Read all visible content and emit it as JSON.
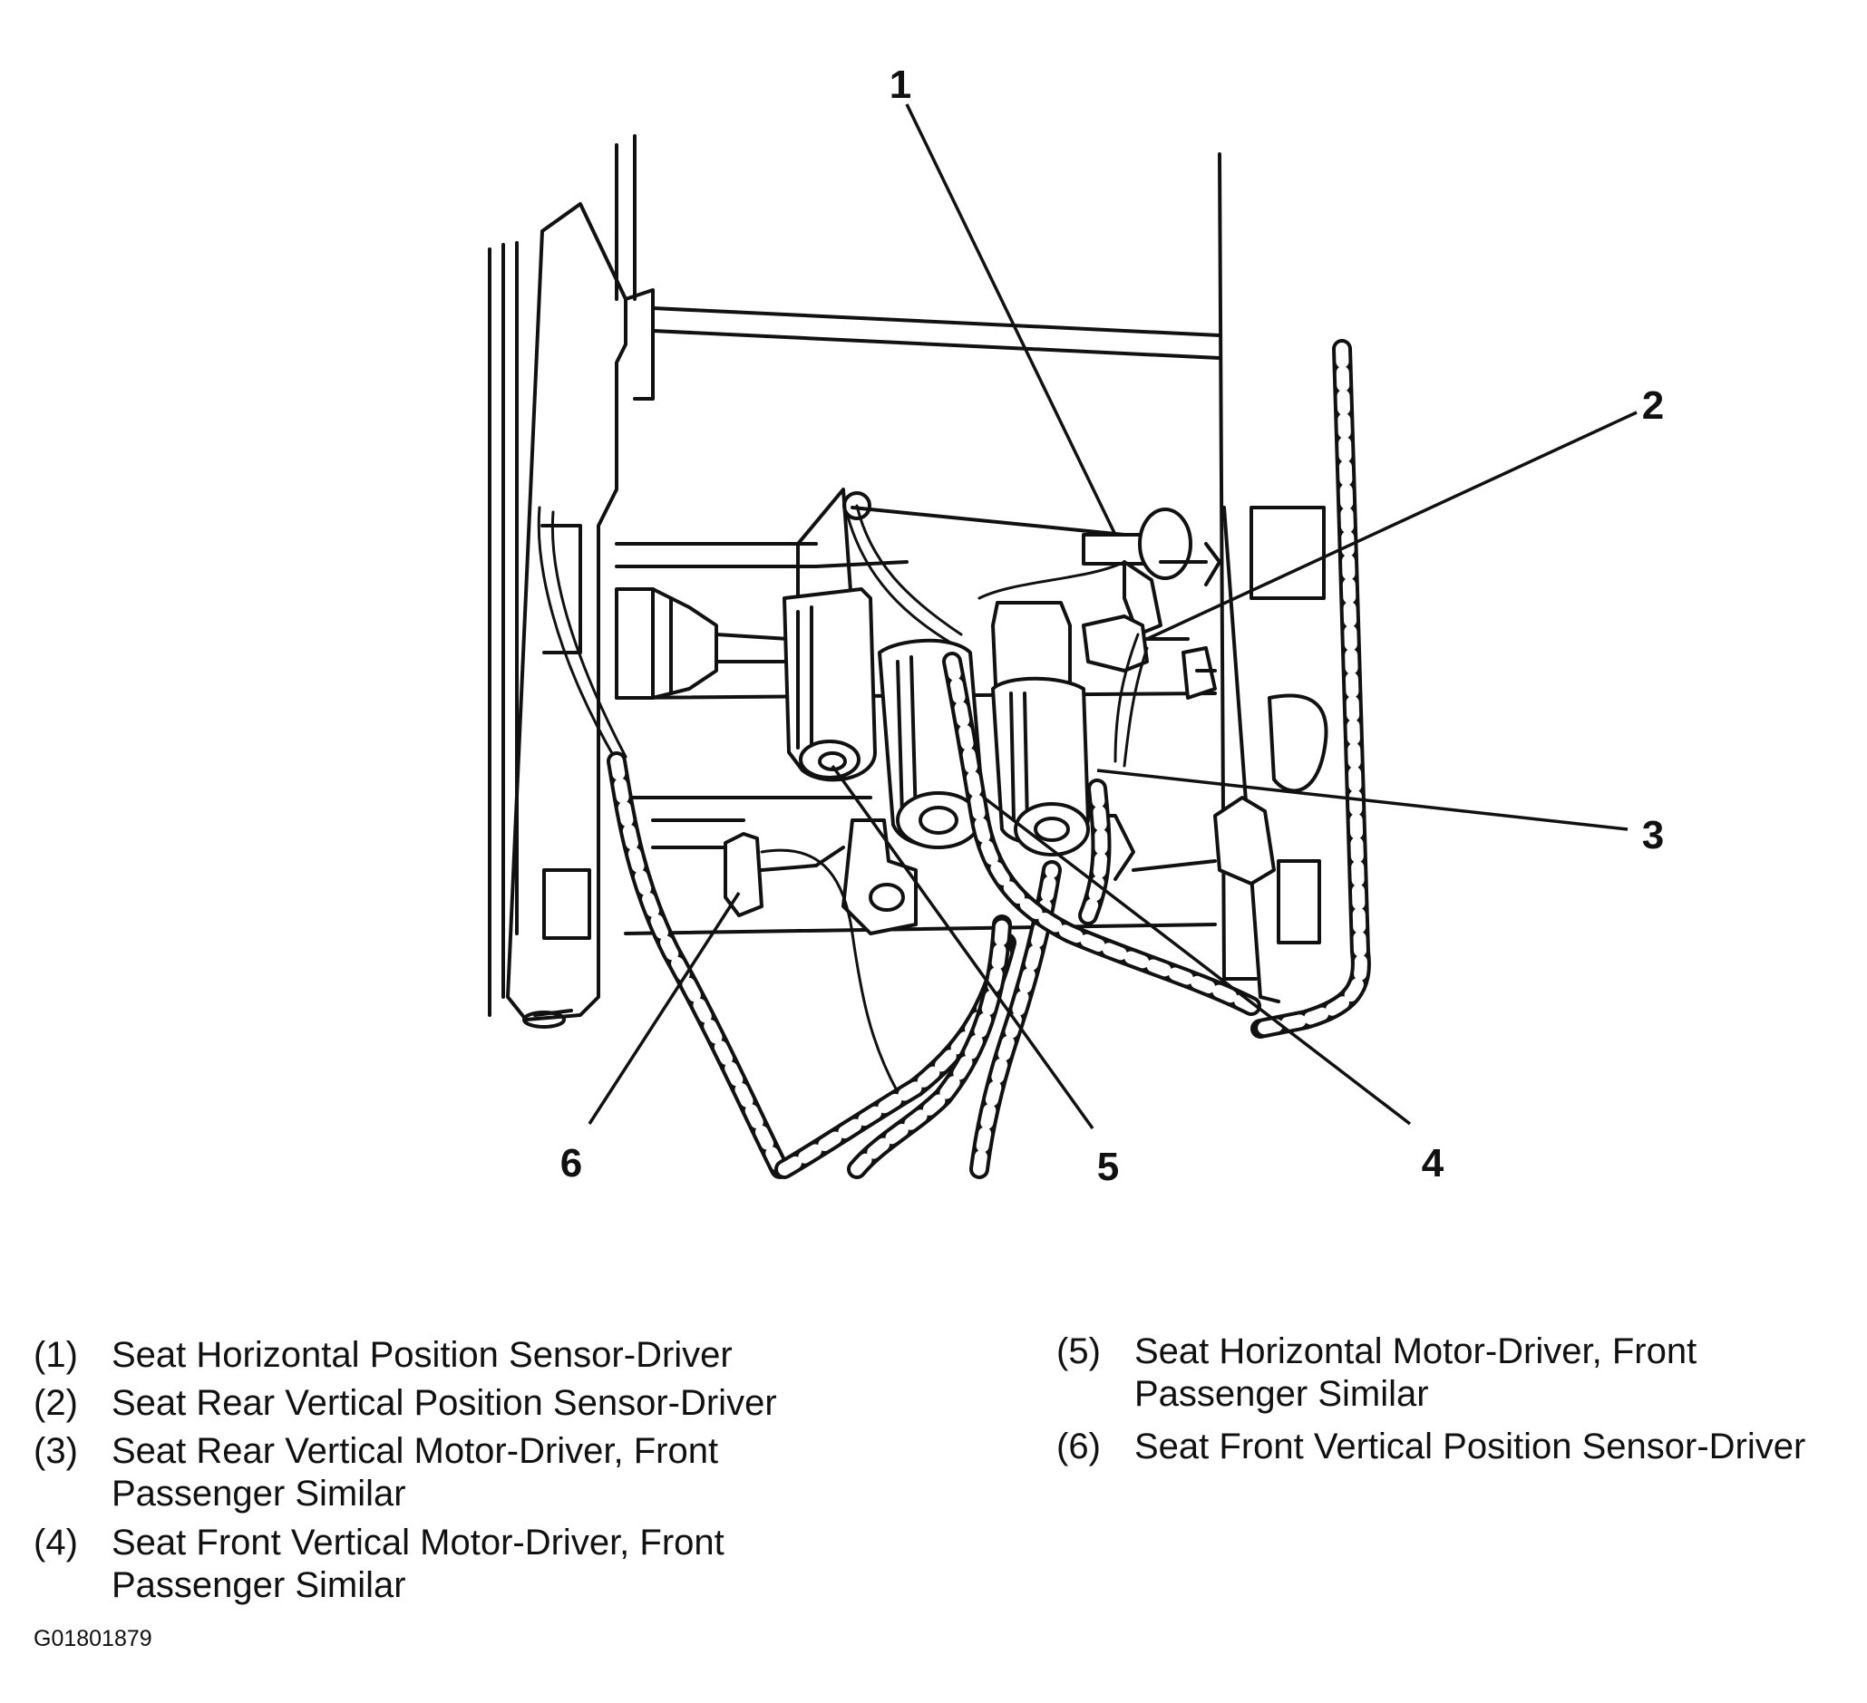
{
  "callouts": {
    "c1": "1",
    "c2": "2",
    "c3": "3",
    "c4": "4",
    "c5": "5",
    "c6": "6"
  },
  "legend": {
    "items": [
      {
        "num": "(1)",
        "text": "Seat Horizontal Position Sensor-Driver"
      },
      {
        "num": "(2)",
        "text": "Seat Rear Vertical Position Sensor-Driver"
      },
      {
        "num": "(3)",
        "text": "Seat Rear Vertical Motor-Driver, Front\nPassenger Similar"
      },
      {
        "num": "(4)",
        "text": "Seat Front Vertical Motor-Driver, Front\nPassenger Similar"
      },
      {
        "num": "(5)",
        "text": "Seat Horizontal Motor-Driver, Front\nPassenger Similar"
      },
      {
        "num": "(6)",
        "text": "Seat Front Vertical Position Sensor-Driver"
      }
    ]
  },
  "figure_id": "G01801879"
}
